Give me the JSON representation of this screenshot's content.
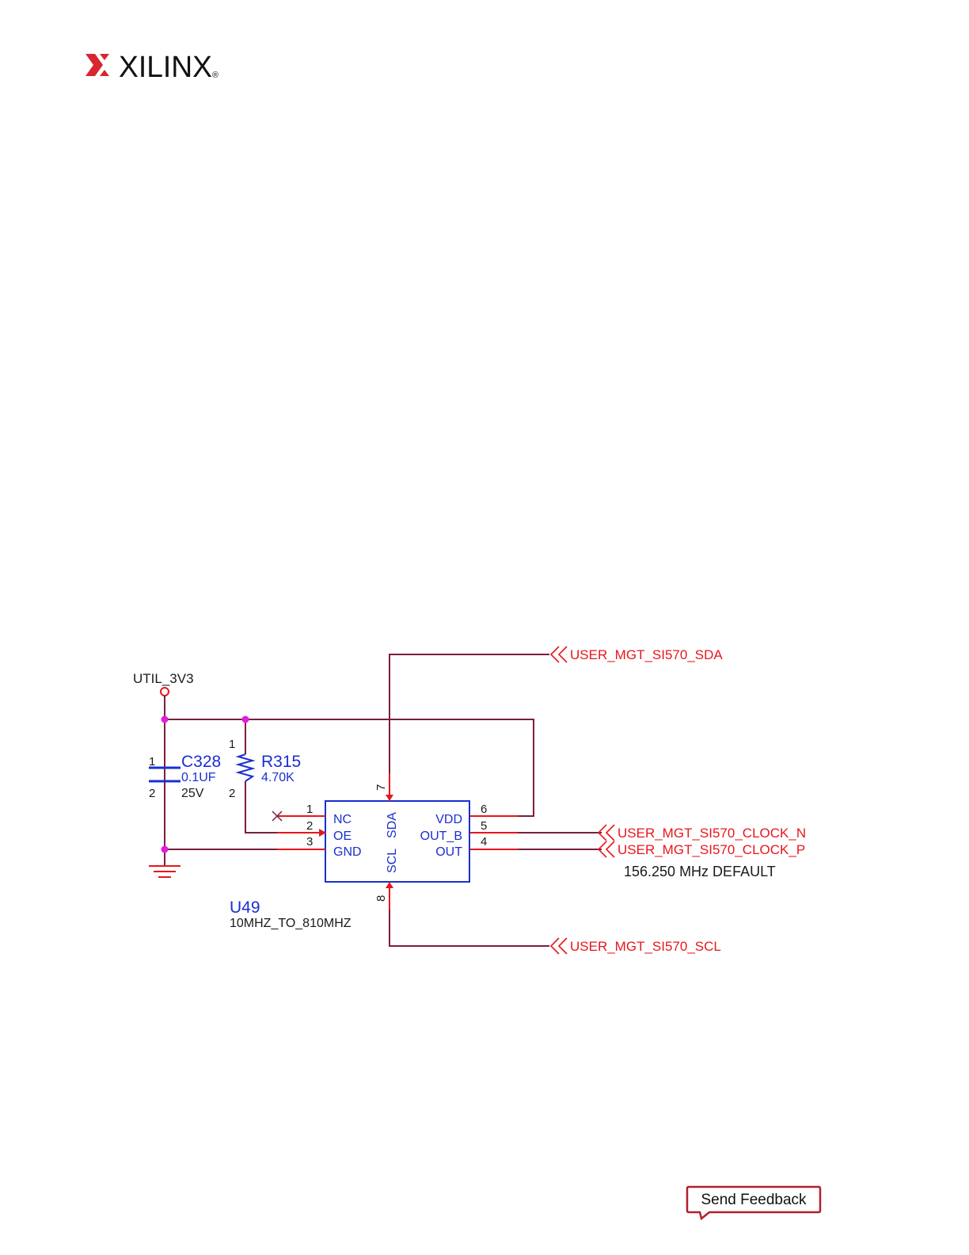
{
  "brand": {
    "logo_icon": "xilinx-x-icon",
    "name": "XILINX",
    "registered": "®",
    "color": "#d7262f"
  },
  "colors": {
    "wire": "#7a1f3d",
    "signal": "#e8161c",
    "component": "#1a2fd0",
    "junction": "#e21ce0",
    "text": "#1a1a1a"
  },
  "schematic": {
    "power_net": "UTIL_3V3",
    "capacitor": {
      "ref": "C328",
      "value": "0.1UF",
      "voltage": "25V",
      "pin1": "1",
      "pin2": "2"
    },
    "resistor": {
      "ref": "R315",
      "value": "4.70K",
      "pin1": "1",
      "pin2": "2"
    },
    "ic": {
      "ref": "U49",
      "part": "10MHZ_TO_810MHZ",
      "left_pins": [
        {
          "num": "1",
          "name": "NC"
        },
        {
          "num": "2",
          "name": "OE"
        },
        {
          "num": "3",
          "name": "GND"
        }
      ],
      "right_pins": [
        {
          "num": "6",
          "name": "VDD"
        },
        {
          "num": "5",
          "name": "OUT_B"
        },
        {
          "num": "4",
          "name": "OUT"
        }
      ],
      "top_pin": {
        "num": "7",
        "name": "SDA"
      },
      "bottom_pin": {
        "num": "8",
        "name": "SCL"
      }
    },
    "nets": {
      "sda": "USER_MGT_SI570_SDA",
      "scl": "USER_MGT_SI570_SCL",
      "clock_n": "USER_MGT_SI570_CLOCK_N",
      "clock_p": "USER_MGT_SI570_CLOCK_P"
    },
    "note": "156.250 MHz DEFAULT"
  },
  "feedback": {
    "label": "Send Feedback",
    "border_color": "#b3202a"
  }
}
